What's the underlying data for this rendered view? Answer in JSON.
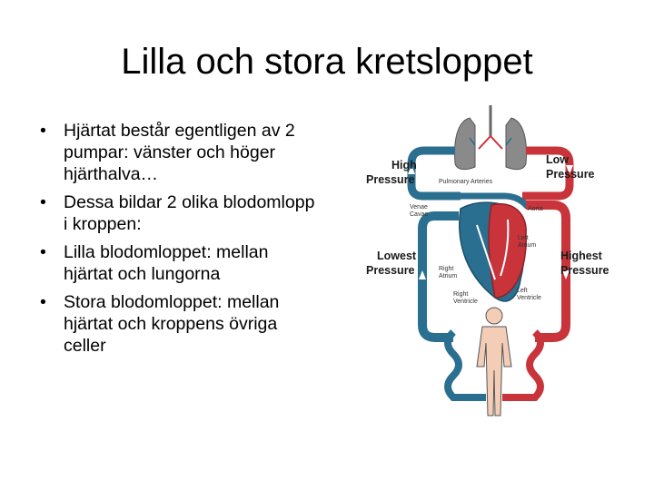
{
  "slide": {
    "title": "Lilla och stora kretsloppet",
    "bullets": [
      "Hjärtat består egentligen av 2 pumpar: vänster och höger hjärthalva…",
      "Dessa bildar 2 olika blodomlopp i kroppen:",
      "Lilla blodomloppet: mellan hjärtat och lungorna",
      "Stora blodomloppet: mellan hjärtat och kroppens övriga celler"
    ],
    "bullet_symbol": "•"
  },
  "diagram": {
    "labels": {
      "high1": "High",
      "high2": "Pressure",
      "low1": "Low",
      "low2": "Pressure",
      "lowest1": "Lowest",
      "lowest2": "Pressure",
      "highest1": "Highest",
      "highest2": "Pressure",
      "pulmonary_arteries": "Pulmonary Arteries",
      "venae": "Venae",
      "cavae": "Cavae",
      "aorta": "Aorta",
      "left1": "Left",
      "atrium_l": "Atrium",
      "right1": "Right",
      "atrium_r": "Atrium",
      "right2": "Right",
      "ventricle_r": "Ventricle",
      "left2": "Left",
      "ventricle_l": "Ventricle"
    },
    "colors": {
      "blue": "#2a6f8f",
      "red": "#c8343a",
      "lung": "#8a8a8a",
      "body": "#f3cdb6"
    }
  }
}
